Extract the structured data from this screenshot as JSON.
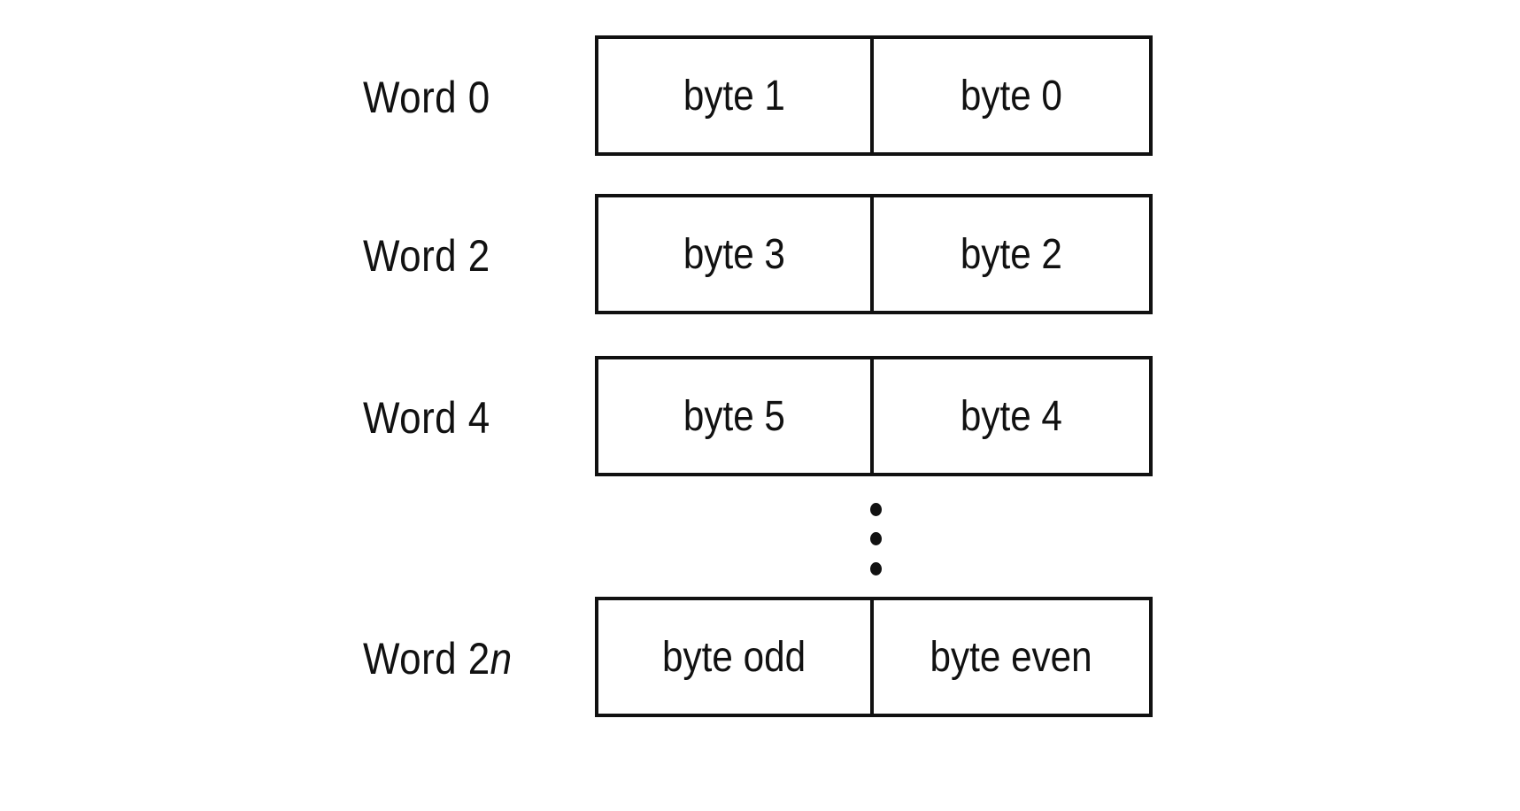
{
  "rows": [
    {
      "word": "Word 0",
      "high_byte": "byte 1",
      "low_byte": "byte 0"
    },
    {
      "word": "Word 2",
      "high_byte": "byte 3",
      "low_byte": "byte 2"
    },
    {
      "word": "Word 4",
      "high_byte": "byte 5",
      "low_byte": "byte 4"
    },
    {
      "word_prefix": "Word 2",
      "word_var": "n",
      "high_byte": "byte odd",
      "low_byte": "byte even"
    }
  ],
  "ellipsis": "⋮"
}
